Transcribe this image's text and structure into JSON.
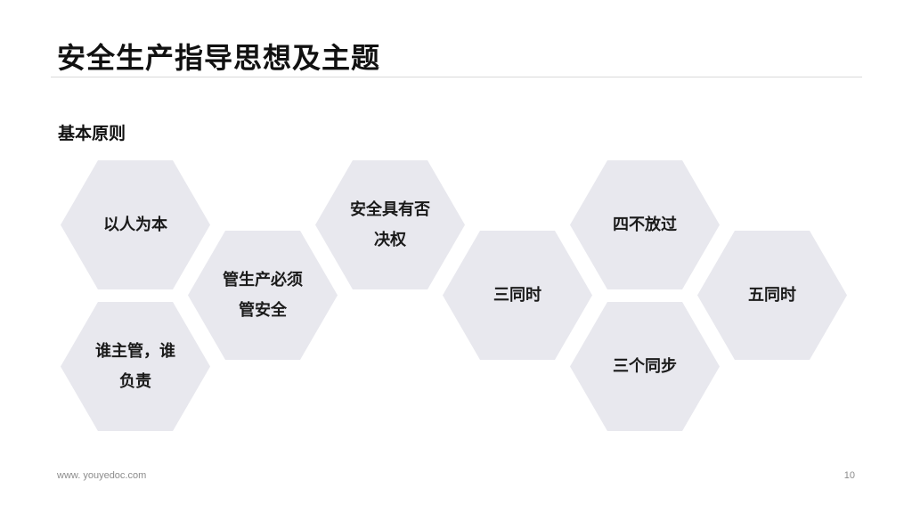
{
  "header": {
    "title": "安全生产指导思想及主题"
  },
  "section": {
    "subtitle": "基本原则"
  },
  "principles": [
    "以人为本",
    "谁主管，谁负责",
    "管生产必须管安全",
    "安全具有否决权",
    "三同时",
    "四不放过",
    "三个同步",
    "五同时"
  ],
  "colors": {
    "hex_fill": "#e8e8ee",
    "text": "#111111",
    "footer_text": "#8c8c8c"
  },
  "footer": {
    "website": "www. youyedoc.com",
    "page_number": "10"
  }
}
